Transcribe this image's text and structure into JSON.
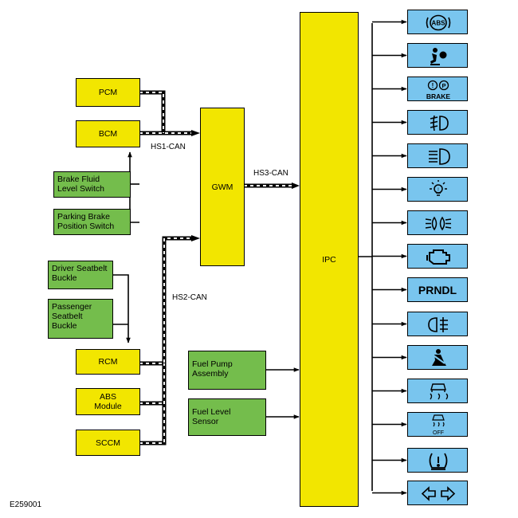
{
  "modules": {
    "pcm": "PCM",
    "bcm": "BCM",
    "brake_fluid": "Brake Fluid\nLevel Switch",
    "parking_brake": "Parking Brake\nPosition Switch",
    "gwm": "GWM",
    "ipc": "IPC",
    "driver_seatbelt": "Driver Seatbelt\nBuckle",
    "passenger_seatbelt": "Passenger\nSeatbelt\nBuckle",
    "rcm": "RCM",
    "abs": "ABS\nModule",
    "sccm": "SCCM",
    "fuel_pump": "Fuel Pump\nAssembly",
    "fuel_level": "Fuel Level\nSensor"
  },
  "buses": {
    "hs1": "HS1-CAN",
    "hs2": "HS2-CAN",
    "hs3": "HS3-CAN"
  },
  "indicators": [
    {
      "icon": "abs-warning-icon",
      "text": "ABS"
    },
    {
      "icon": "airbag-warning-icon"
    },
    {
      "icon": "brake-warning-icon",
      "text": "BRAKE",
      "sub": "P"
    },
    {
      "icon": "front-fog-lamp-icon"
    },
    {
      "icon": "high-beam-icon"
    },
    {
      "icon": "bulb-failure-icon"
    },
    {
      "icon": "side-lamps-icon"
    },
    {
      "icon": "check-engine-icon"
    },
    {
      "icon": "prndl-indicator",
      "text": "PRNDL"
    },
    {
      "icon": "rear-fog-lamp-icon"
    },
    {
      "icon": "seatbelt-reminder-icon"
    },
    {
      "icon": "traction-control-icon"
    },
    {
      "icon": "traction-control-off-icon",
      "text": "OFF"
    },
    {
      "icon": "tire-pressure-icon"
    },
    {
      "icon": "turn-signals-icon"
    }
  ],
  "figure_id": "E259001",
  "colors": {
    "ecu": "#f2e600",
    "switch": "#74bd4c",
    "indicator": "#79c5ee"
  }
}
